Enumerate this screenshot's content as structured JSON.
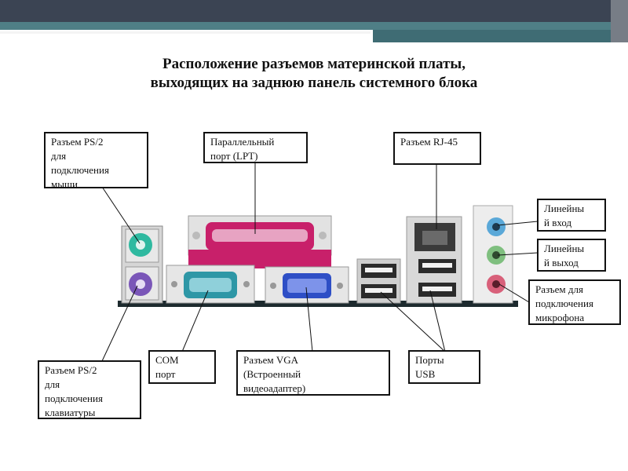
{
  "title": "Расположение разъемов материнской платы,\nвыходящих на заднюю панель системного блока",
  "labels": {
    "ps2_mouse": "Разъем PS/2\nдля\nподключения\nмыши",
    "lpt": "Параллельный\nпорт (LPT)",
    "rj45": "Разъем RJ-45",
    "line_in": "Линейны\nй вход",
    "line_out": "Линейны\nй выход",
    "mic": "Разъем для\nподключения\nмикрофона",
    "ps2_kbd": "Разъем PS/2\nдля\nподключения\nклавиатуры",
    "com": "COM\nпорт",
    "vga": "Разъем VGA\n(Встроенный\nвидеоадаптер)",
    "usb": "Порты\nUSB"
  },
  "colors": {
    "header_dark": "#3b4453",
    "header_teal": "#4f7f86",
    "ps2_mouse": "#2fb9a0",
    "ps2_kbd": "#7a56b8",
    "lpt": "#c8206a",
    "com": "#2e97a6",
    "vga": "#2e4fc6",
    "audio_blue": "#5aa8d8",
    "audio_green": "#7fbf7f",
    "audio_pink": "#d8607a"
  }
}
